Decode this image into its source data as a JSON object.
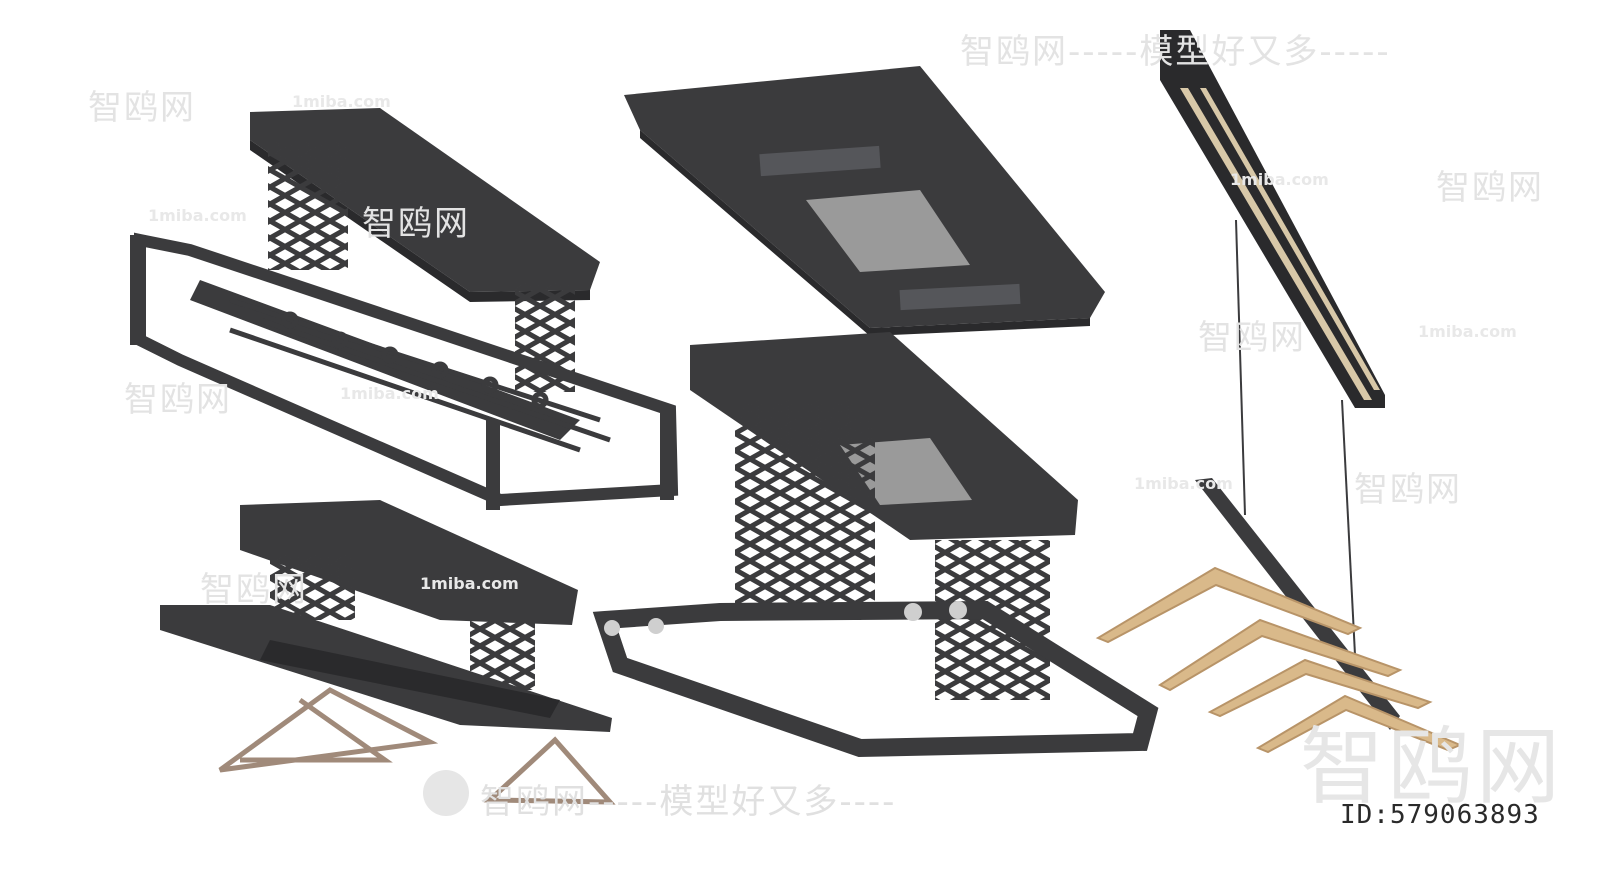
{
  "watermarks": {
    "site_name": "智鸥网",
    "slogan_long": "智鸥网-----模型好又多-----",
    "slogan_dash": "------",
    "slogan_bottom": "智鸥网-----模型好又多----",
    "url": "1miba.com",
    "big_mark": "智鸥网"
  },
  "id_label": "ID:579063893",
  "colors": {
    "frame": "#3b3b3d",
    "frame_dark": "#2a2a2c",
    "frame_light": "#55565a",
    "panel_glass": "#9a9a9a",
    "hanger_wood": "#d9b98a",
    "hanger_wood_shade": "#b89468",
    "hanger_brown": "#a08a7a",
    "led_strip": "#d8c8a8",
    "watermark": "#e3e3e3"
  }
}
